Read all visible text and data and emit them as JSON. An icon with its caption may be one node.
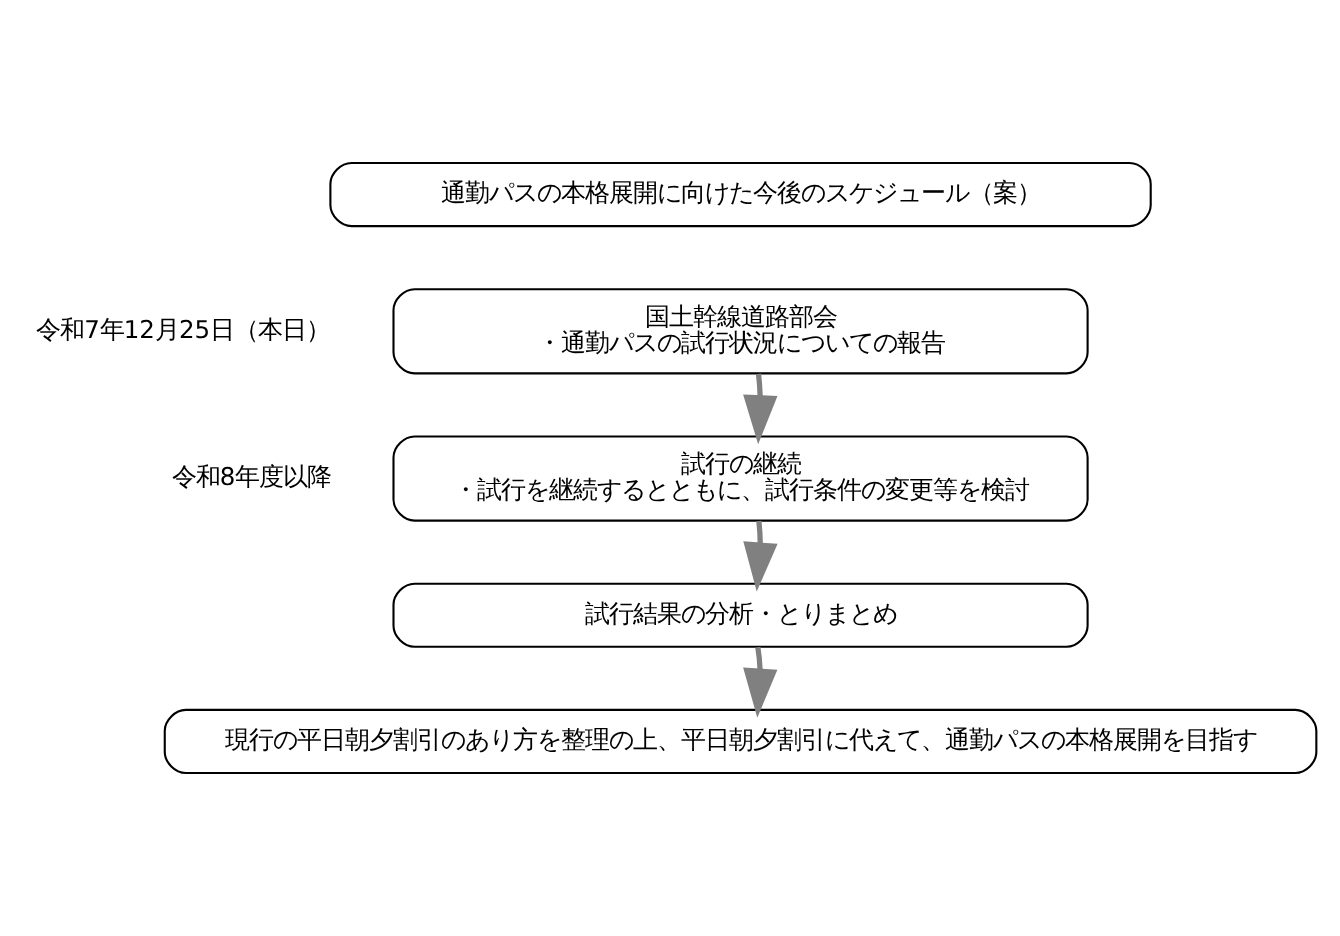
{
  "diagram": {
    "nodes": [
      {
        "text": [
          "通勤パスの本格展開に向けた今後のスケジュール（案）"
        ]
      },
      {
        "text": [
          "国土幹線道路部会",
          "・通勤パスの試行状況についての報告"
        ],
        "beside": [
          "令和7年12月25日（本日）"
        ]
      },
      {
        "text": [
          "試行の継続",
          "・試行を継続するとともに、試行条件の変更等を検討"
        ],
        "beside": [
          "令和8年度以降"
        ]
      },
      {
        "text": [
          "試行結果の分析・とりまとめ"
        ]
      },
      {
        "text": [
          "現行の平日朝夕割引のあり方を整理の上、平日朝夕割引に代えて、通勤パスの本格展開を目指す"
        ]
      }
    ],
    "edges": [
      {
        "from": 1,
        "to": 2,
        "arrow": "to",
        "color": "#808080"
      },
      {
        "from": 2,
        "to": 3,
        "arrow": "to",
        "color": "#808080"
      },
      {
        "from": 3,
        "to": 4,
        "arrow": "to",
        "color": "#808080"
      }
    ]
  }
}
